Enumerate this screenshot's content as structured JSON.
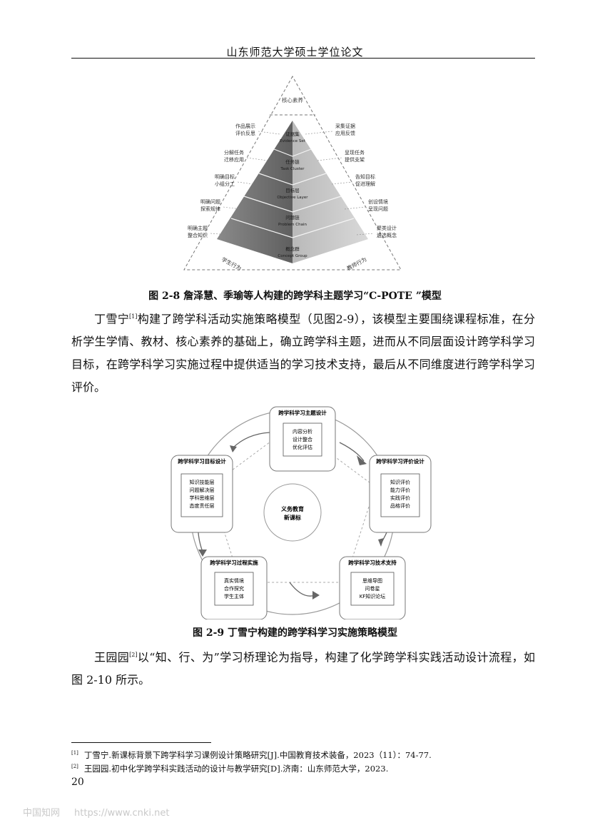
{
  "header": {
    "title": "山东师范大学硕士学位论文"
  },
  "figure_2_8": {
    "apex": "核心素养",
    "layers": [
      {
        "zh": "证据集",
        "en": "Evidence Set"
      },
      {
        "zh": "任务链",
        "en": "Task Cluster"
      },
      {
        "zh": "目标层",
        "en": "Objective Layer"
      },
      {
        "zh": "问题链",
        "en": "Problem Chain"
      },
      {
        "zh": "概念群",
        "en": "Concept Group"
      }
    ],
    "left_labels": [
      [
        "作品展示",
        "评价反思"
      ],
      [
        "分解任务",
        "迁移应用"
      ],
      [
        "明确目标",
        "小组分工"
      ],
      [
        "明确问题",
        "探索规律"
      ],
      [
        "明确主题",
        "整合知识"
      ]
    ],
    "right_labels": [
      [
        "采集证据",
        "应用反馈"
      ],
      [
        "呈现任务",
        "提供支架"
      ],
      [
        "告知目标",
        "促进理解"
      ],
      [
        "创设情境",
        "呈现问题"
      ],
      [
        "聚类设计",
        "遴选概念"
      ]
    ],
    "left_side": "学生行为",
    "right_side": "教师行为",
    "caption": "图 2-8  詹泽慧、季瑜等人构建的跨学科主题学习“C-POTE ”模型"
  },
  "paragraph1": {
    "before_ref": "丁雪宁",
    "ref": "[1]",
    "after_ref": "构建了跨学科活动实施策略模型（见图2-9），该模型主要围绕课程标准，在分析学生学情、教材、核心素养的基础上，确立跨学科主题，进而从不同层面设计跨学科学习目标，在跨学科学习实施过程中提供适当的学习技术支持，最后从不同维度进行跨学科学习评价。"
  },
  "figure_2_9": {
    "center": [
      "义务教育",
      "新课标"
    ],
    "boxes": [
      {
        "title": "跨学科学习主题设计",
        "items": [
          "内容分析",
          "设计整合",
          "优化评估"
        ]
      },
      {
        "title": "跨学科学习评价设计",
        "items": [
          "知识评价",
          "能力评价",
          "实践评价",
          "品格评价"
        ]
      },
      {
        "title": "跨学科学习技术支持",
        "items": [
          "思维导图",
          "问卷星",
          "KF知识论坛"
        ]
      },
      {
        "title": "跨学科学习过程实施",
        "items": [
          "真实情境",
          "合作探究",
          "学生主体"
        ]
      },
      {
        "title": "跨学科学习目标设计",
        "items": [
          "知识技能层",
          "问题解决层",
          "学科思维层",
          "态度责任层"
        ]
      }
    ],
    "caption": "图 2-9  丁雪宁构建的跨学科学习实施策略模型"
  },
  "paragraph2": {
    "before_ref": "王园园",
    "ref": "[2]",
    "after_ref": "以“知、行、为”学习桥理论为指导，构建了化学跨学科实践活动设计流程，如图 2-10 所示。"
  },
  "footnotes": [
    {
      "mark": "[1]",
      "text": "丁雪宁.新课标背景下跨学科学习课例设计策略研究[J].中国教育技术装备，2023（11）：74-77."
    },
    {
      "mark": "[2]",
      "text": "王园园.初中化学跨学科实践活动的设计与教学研究[D].济南：山东师范大学，2023."
    }
  ],
  "page_number": "20",
  "watermark": {
    "brand": "中国知网",
    "url": "https://www.cnki.net"
  }
}
